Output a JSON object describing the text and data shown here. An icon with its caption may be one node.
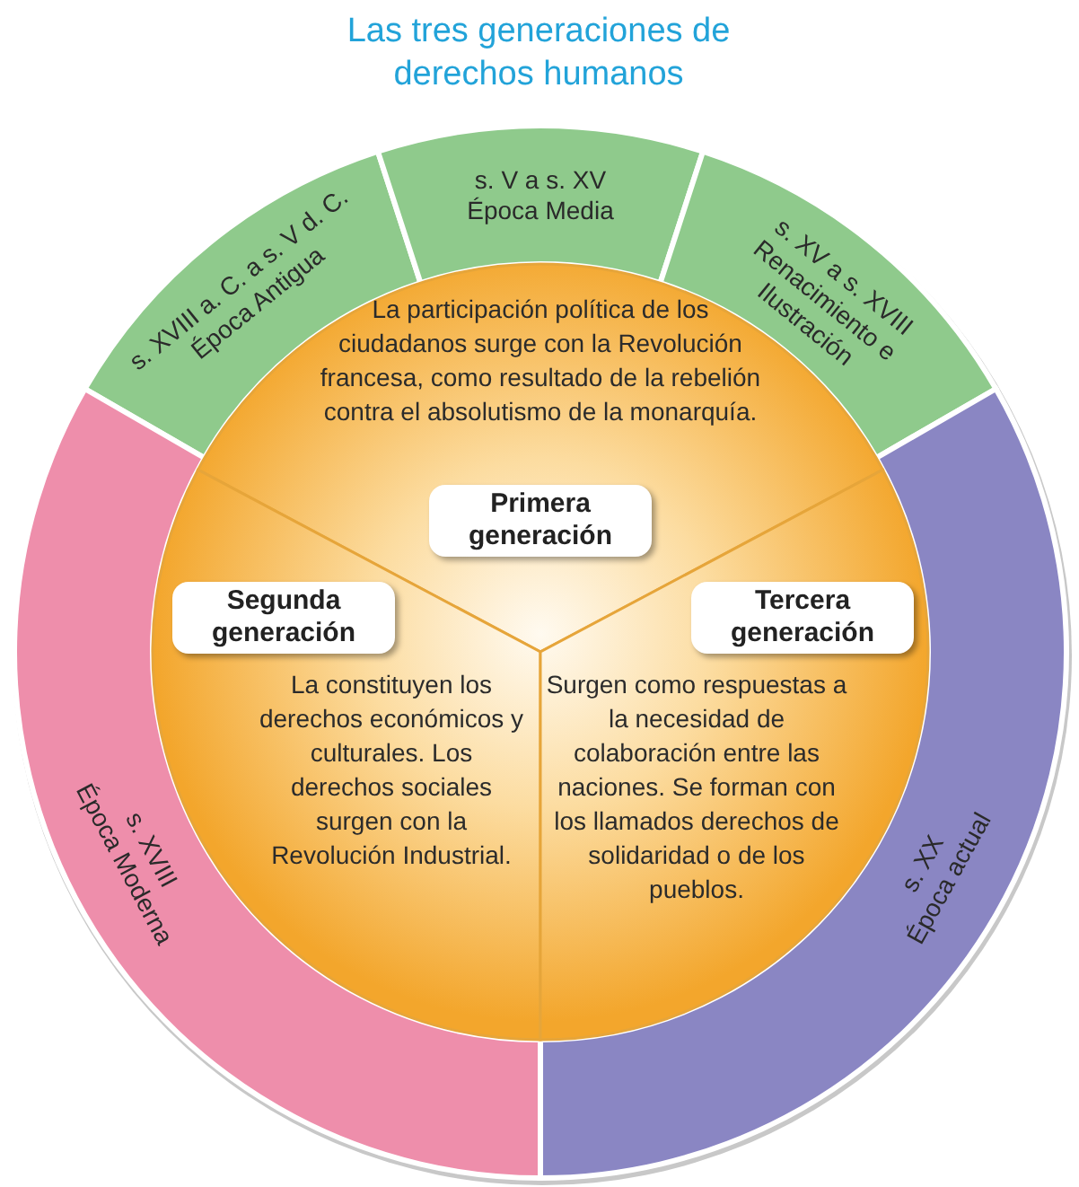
{
  "diagram": {
    "title": "Las tres generaciones de derechos humanos",
    "nodes": [
      {
        "text": [
          "s. XVIII a. C. a s. V d. C.",
          "Época Antigua"
        ]
      },
      {
        "text": [
          "s. V a s. XV",
          "Época Media"
        ]
      },
      {
        "text": [
          "s. XV a s. XVIII",
          "Renacimiento e Ilustración"
        ]
      },
      {
        "text": [
          "s. XVIII",
          "Época Moderna"
        ]
      },
      {
        "text": [
          "s. XX",
          "Época actual"
        ]
      },
      {
        "text": [
          "La participación política de los ciudadanos surge con la Revolución francesa, como resultado de la rebelión contra el absolutismo de la monarquía.",
          "Primera generación"
        ]
      },
      {
        "text": [
          "Segunda generación",
          "La constituyen los derechos económicos y culturales. Los derechos sociales surgen con la Revolución Industrial."
        ]
      },
      {
        "text": [
          "Tercera generación",
          "Surgen como respuestas a la necesidad de colaboración entre las naciones. Se forman con los llamados derechos de solidaridad o de los pueblos."
        ]
      }
    ]
  }
}
